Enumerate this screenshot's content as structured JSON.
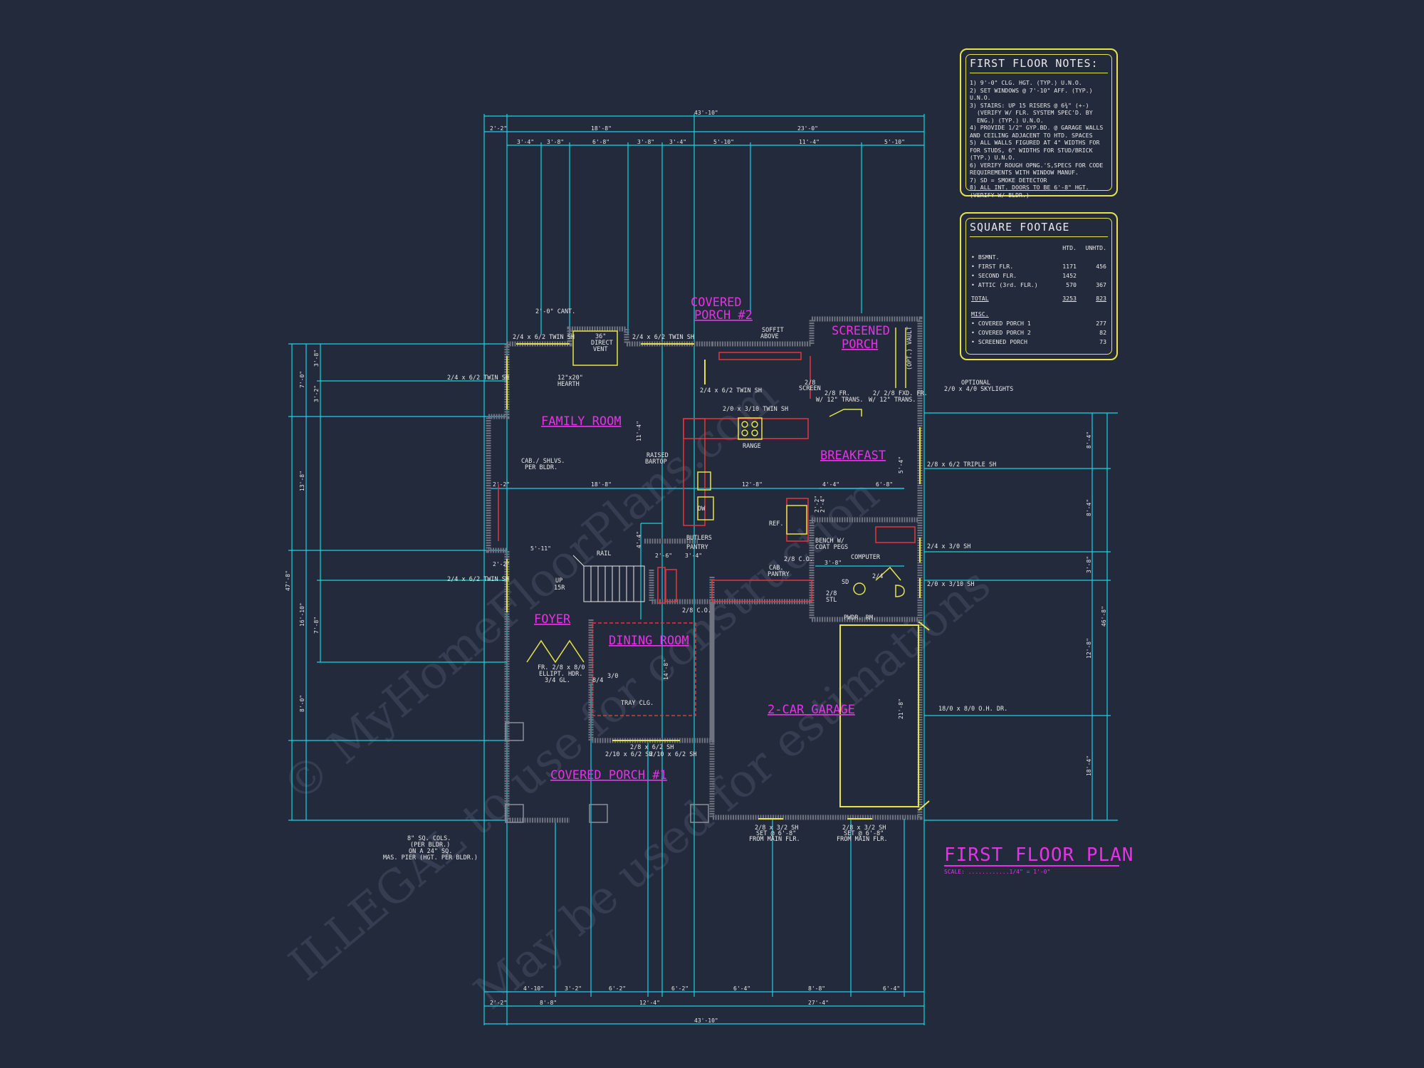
{
  "notes": {
    "title": "FIRST FLOOR NOTES:",
    "items": [
      "1) 9'-0\" CLG. HGT. (TYP.) U.N.O.",
      "2) SET WINDOWS @ 7'-10\" AFF. (TYP.) U.N.O.",
      "3) STAIRS: UP 15 RISERS @ 6¾\" (+-)",
      "(VERIFY W/ FLR. SYSTEM SPEC'D. BY ENG.) (TYP.) U.N.O.",
      "4) PROVIDE 1/2\" GYP.BD. @ GARAGE WALLS AND CEILING ADJACENT TO HTD. SPACES",
      "5) ALL WALLS FIGURED AT 4\" WIDTHS FOR FOR STUDS, 6\" WIDTHS FOR STUD/BRICK (TYP.) U.N.O.",
      "6) VERIFY ROUGH OPNG.'S,SPECS FOR CODE REQUIREMENTS WITH WINDOW MANUF.",
      "7) SD = SMOKE DETECTOR",
      "8) ALL INT. DOORS TO BE 6'-8\" HGT. (VERIFY W/ BLDR.)"
    ]
  },
  "sqft": {
    "title": "SQUARE FOOTAGE",
    "headers": [
      "",
      "HTD.",
      "UNHTD."
    ],
    "rows": [
      [
        "• BSMNT.",
        "",
        ""
      ],
      [
        "• FIRST FLR.",
        "1171",
        "456"
      ],
      [
        "• SECOND FLR.",
        "1452",
        ""
      ],
      [
        "• ATTIC (3rd. FLR.)",
        "570",
        "367"
      ],
      [
        "TOTAL",
        "3253",
        "823"
      ],
      [
        "MISC.",
        "",
        ""
      ],
      [
        "• COVERED PORCH 1",
        "",
        "277"
      ],
      [
        "• COVERED PORCH 2",
        "",
        "82"
      ],
      [
        "• SCREENED PORCH",
        "",
        "73"
      ]
    ]
  },
  "rooms": [
    {
      "label": "FAMILY ROOM"
    },
    {
      "label": "BREAKFAST"
    },
    {
      "label": "FOYER"
    },
    {
      "label": "DINING ROOM"
    },
    {
      "label": "2-CAR GARAGE"
    },
    {
      "label": "COVERED PORCH #1"
    },
    {
      "label": "COVERED"
    },
    {
      "label": "PORCH #2"
    },
    {
      "label": "SCREENED"
    },
    {
      "label": "PORCH"
    }
  ],
  "labels": {
    "cant": "2'-0\" CANT.",
    "direct_vent": "36\"",
    "direct_vent2": "DIRECT",
    "direct_vent3": "VENT",
    "twin_sh_a": "2/4 x 6/2 TWIN SH",
    "twin_sh_b": "2/4 x 6/2 TWIN SH",
    "twin_sh_c": "2/4 x 6/2 TWIN SH",
    "twin_sh_d": "2/4 x 6/2 TWIN SH",
    "twin_sh_e": "2/4 x 6/2 TWIN SH",
    "hearth1": "12\"x20\"",
    "hearth2": "HEARTH",
    "soffit1": "SOFFIT",
    "soffit2": "ABOVE",
    "screen1": "2/8",
    "screen2": "SCREEN",
    "fr_trans1": "2/8 FR.",
    "fr_trans2": "W/ 12\" TRANS.",
    "fxd_trans1": "2/ 2/8 FXD. FR.",
    "fxd_trans2": "W/ 12\" TRANS.",
    "optional1": "OPTIONAL",
    "optional2": "2/0 x 4/0 SKYLIGHTS",
    "vault": "(OPT.) VAULT",
    "twin_sh_kit": "2/0 x 3/10 TWIN SH",
    "range": "RANGE",
    "raised1": "RAISED",
    "raised2": "BARTOP",
    "cab1": "CAB./ SHLVS.",
    "cab2": "PER BLDR.",
    "triple_sh": "2/8 x 6/2 TRIPLE SH",
    "dw": "DW",
    "ref": "REF.",
    "butlers1": "BUTLERS",
    "butlers2": "PANTRY",
    "bench1": "BENCH W/",
    "bench2": "COAT PEGS",
    "computer": "COMPUTER",
    "sh_2430a": "2/4 x 3/0 SH",
    "sh_2430b": "2/0 x 3/10 SH",
    "rail": "RAIL",
    "up": "UP",
    "up2": "15R",
    "co1": "2/8 C.O.",
    "co2": "2/8 C.O.",
    "cab_pantry1": "CAB.",
    "cab_pantry2": "PANTRY",
    "stl1": "2/8",
    "stl2": "STL",
    "sd": "SD",
    "door24": "2/4",
    "pwdr": "PWDR. RM.",
    "fr_door1": "FR. 2/8 x 8/0",
    "fr_door2": "ELLIPT. HDR.",
    "fr_door3": "3/4 GL.",
    "door84": "8/4",
    "door30": "3/0",
    "tray": "TRAY CLG.",
    "sh_dining1": "2/8 x 6/2 SH",
    "sh_dining2": "2/10 x 6/2 SH",
    "sh_dining3": "2/10 x 6/2 SH",
    "ohdr": "18/0 x 8/0 O.H. DR.",
    "sh_gar1a": "2/8 x 3/2 SH",
    "sh_gar1b": "SET @ 6'-8\"",
    "sh_gar1c": "FROM MAIN FLR.",
    "sh_gar2a": "2/8 x 3/2 SH",
    "sh_gar2b": "SET @ 6'-8\"",
    "sh_gar2c": "FROM MAIN FLR.",
    "cols1": "8\" SQ. COLS.",
    "cols2": "(PER BLDR.)",
    "cols3": "ON A 24\" SQ.",
    "cols4": "MAS. PIER (HGT. PER BLDR.)"
  },
  "dims": {
    "top_total": "43'-10\"",
    "top_a": [
      "2'-2\"",
      "18'-8\"",
      "23'-0\""
    ],
    "top_b": [
      "3'-4\"",
      "3'-8\"",
      "6'-8\"",
      "3'-8\"",
      "3'-4\"",
      "5'-10\"",
      "11'-4\"",
      "5'-10\""
    ],
    "bot_a": [
      "4'-10\"",
      "3'-2\"",
      "6'-2\"",
      "6'-2\"",
      "6'-4\"",
      "8'-8\"",
      "6'-4\""
    ],
    "bot_b": [
      "2'-2\"",
      "8'-8\"",
      "12'-4\"",
      "27'-4\""
    ],
    "bot_total": "43'-10\"",
    "left_outer": "47'-8\"",
    "left_mid": [
      "13'-8\"",
      "16'-10\"",
      "8'-0\""
    ],
    "left_inner": [
      "7'-0\"",
      "3'-8\"",
      "3'-2\"",
      "7'-8\""
    ],
    "right_outer": "46'-8\"",
    "right_inner": [
      "8'-4\"",
      "8'-4\"",
      "3'-8\"",
      "12'-8\"",
      "18'-4\""
    ],
    "int": [
      "2'-2\"",
      "18'-8\"",
      "12'-8\"",
      "4'-4\"",
      "6'-8\"",
      "5'-11\"",
      "2'-2\"",
      "2'-6\"",
      "3'-4\"",
      "3'-8\"",
      "4'-4\"",
      "2'-4\"",
      "11'-4\"",
      "14'-8\"",
      "21'-8\"",
      "5'-4\"",
      "2'-2\""
    ]
  },
  "title": {
    "main": "FIRST FLOOR PLAN",
    "scale": "SCALE: ............1/4\" = 1'-0\""
  },
  "watermark": {
    "line1": "© MyHomeFloorPlans.com",
    "line2": "ILLEGAL to use for construction",
    "line3": "May be used for estimations"
  },
  "colors": {
    "background": "#232a3b",
    "dimension": "#19d3e6",
    "wall": "#6f7380",
    "room_label": "#e830e8",
    "cabinet": "#e4343a",
    "fixture": "#e6e34a",
    "text": "#e8e8e8"
  }
}
